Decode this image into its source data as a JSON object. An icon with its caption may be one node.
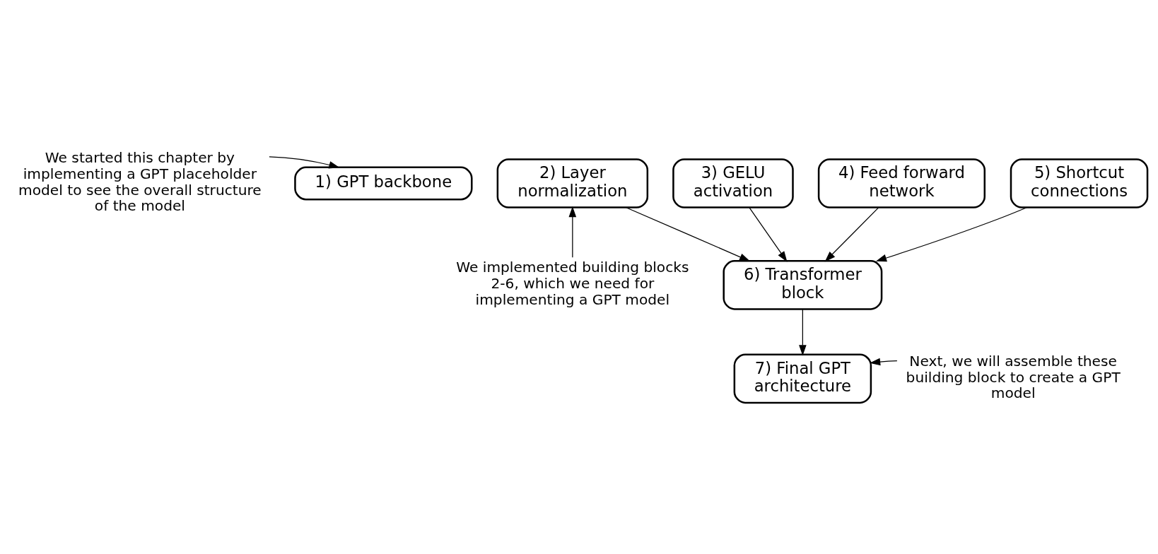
{
  "diagram": {
    "nodes": [
      {
        "text": [
          "We started this chapter by implementing a GPT placeholder model to see the overall structure of the model"
        ]
      },
      {
        "text": [
          "1) GPT backbone"
        ]
      },
      {
        "text": [
          "2) Layer normalization"
        ]
      },
      {
        "text": [
          "3) GELU activation"
        ]
      },
      {
        "text": [
          "4) Feed forward network"
        ]
      },
      {
        "text": [
          "5) Shortcut connections"
        ]
      },
      {
        "text": [
          "6) Transformer block"
        ]
      },
      {
        "text": [
          "7) Final GPT architecture"
        ]
      },
      {
        "text": [
          "We implemented building blocks 2-6, which we need for implementing a GPT model"
        ]
      },
      {
        "text": [
          "Next, we will assemble these building block to create a GPT model"
        ]
      }
    ],
    "edges": [
      {
        "from": 0,
        "to": 1,
        "arrow": "to"
      },
      {
        "from": 2,
        "to": 6,
        "arrow": "to"
      },
      {
        "from": 3,
        "to": 6,
        "arrow": "to"
      },
      {
        "from": 4,
        "to": 6,
        "arrow": "to"
      },
      {
        "from": 5,
        "to": 6,
        "arrow": "to"
      },
      {
        "from": 6,
        "to": 7,
        "arrow": "to"
      },
      {
        "from": 8,
        "to": 2,
        "arrow": "to"
      },
      {
        "from": 9,
        "to": 7,
        "arrow": "to"
      }
    ]
  }
}
